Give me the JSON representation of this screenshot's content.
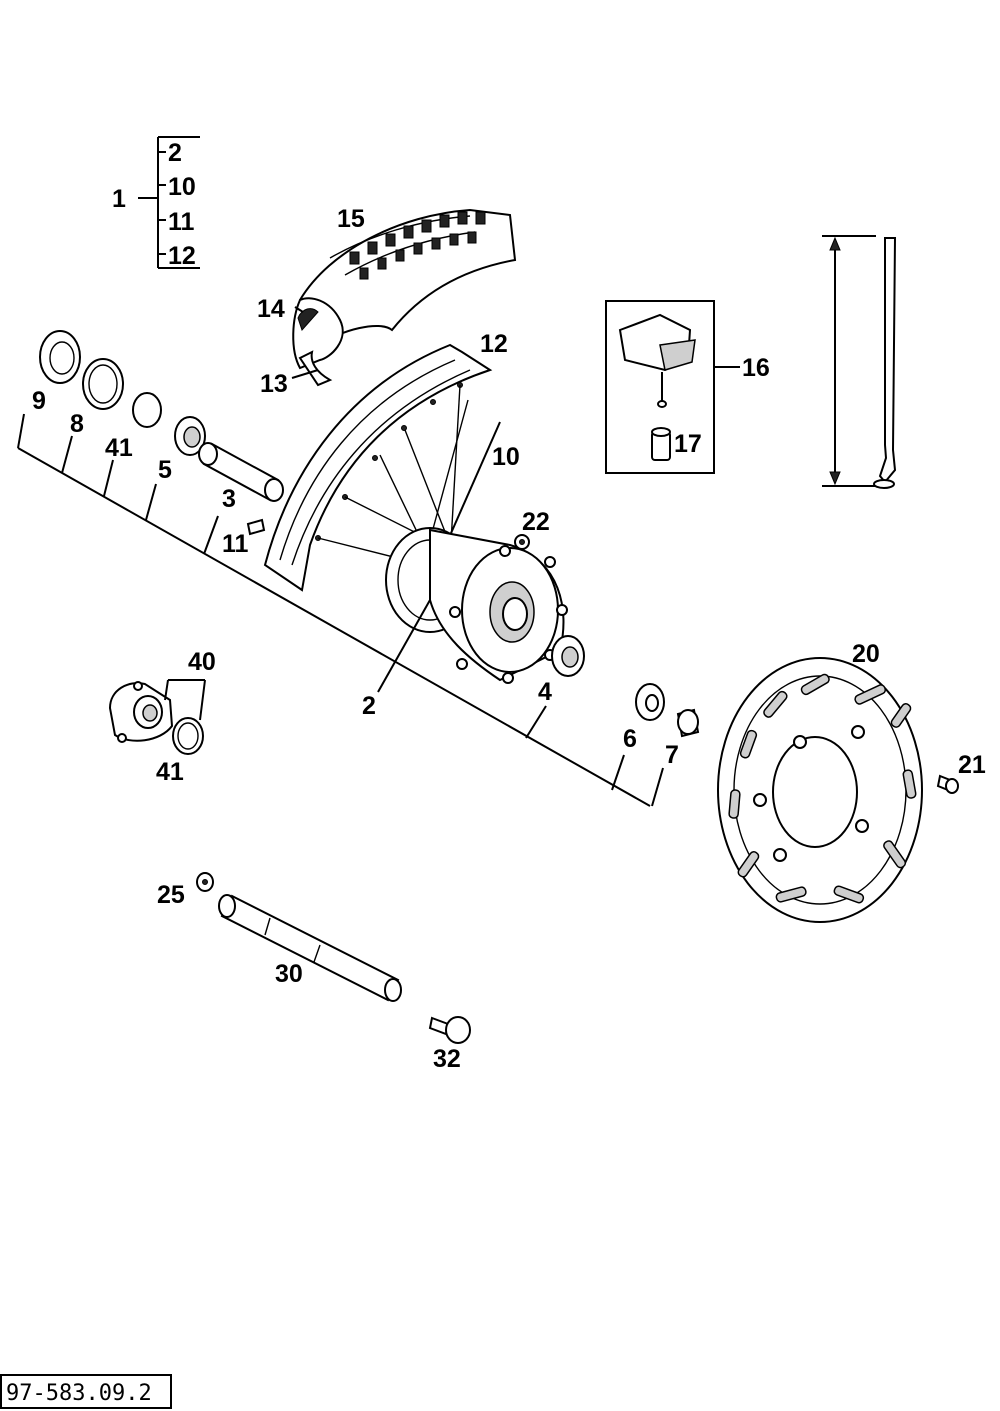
{
  "drawing_number": "97-583.09.2",
  "labels": {
    "l1": "1",
    "l2a": "2",
    "l10a": "10",
    "l11a": "11",
    "l12a": "12",
    "l15": "15",
    "l14": "14",
    "l13": "13",
    "l12": "12",
    "l10": "10",
    "l16": "16",
    "l17": "17",
    "l9": "9",
    "l8": "8",
    "l41": "41",
    "l5": "5",
    "l3": "3",
    "l11": "11",
    "l22": "22",
    "l2": "2",
    "l4": "4",
    "l6": "6",
    "l7": "7",
    "l40": "40",
    "l41b": "41",
    "l20": "20",
    "l21": "21",
    "l25": "25",
    "l30": "30",
    "l32": "32"
  }
}
